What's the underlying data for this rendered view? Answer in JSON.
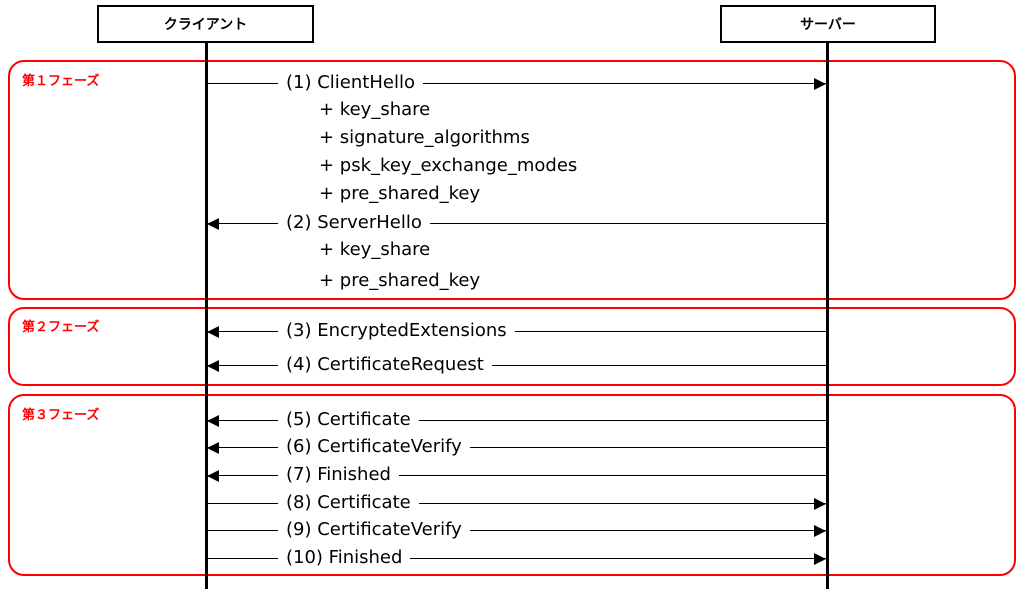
{
  "actors": {
    "client": "クライアント",
    "server": "サーバー"
  },
  "phases": [
    {
      "label": "第１フェーズ"
    },
    {
      "label": "第２フェーズ"
    },
    {
      "label": "第３フェーズ"
    }
  ],
  "messages": [
    {
      "label": "(1) ClientHello",
      "direction": "client-to-server",
      "phase": 1
    },
    {
      "label": "(2) ServerHello",
      "direction": "server-to-client",
      "phase": 1
    },
    {
      "label": "(3) EncryptedExtensions",
      "direction": "server-to-client",
      "phase": 2
    },
    {
      "label": "(4) CertificateRequest",
      "direction": "server-to-client",
      "phase": 2
    },
    {
      "label": "(5) Certificate",
      "direction": "server-to-client",
      "phase": 3
    },
    {
      "label": "(6) CertificateVerify",
      "direction": "server-to-client",
      "phase": 3
    },
    {
      "label": "(7) Finished",
      "direction": "server-to-client",
      "phase": 3
    },
    {
      "label": "(8) Certificate",
      "direction": "client-to-server",
      "phase": 3
    },
    {
      "label": "(9) CertificateVerify",
      "direction": "client-to-server",
      "phase": 3
    },
    {
      "label": "(10) Finished",
      "direction": "client-to-server",
      "phase": 3
    }
  ],
  "extensions": {
    "client_hello": [
      "+ key_share",
      "+ signature_algorithms",
      "+ psk_key_exchange_modes",
      "+ pre_shared_key"
    ],
    "server_hello": [
      "+ key_share",
      "+ pre_shared_key"
    ]
  }
}
